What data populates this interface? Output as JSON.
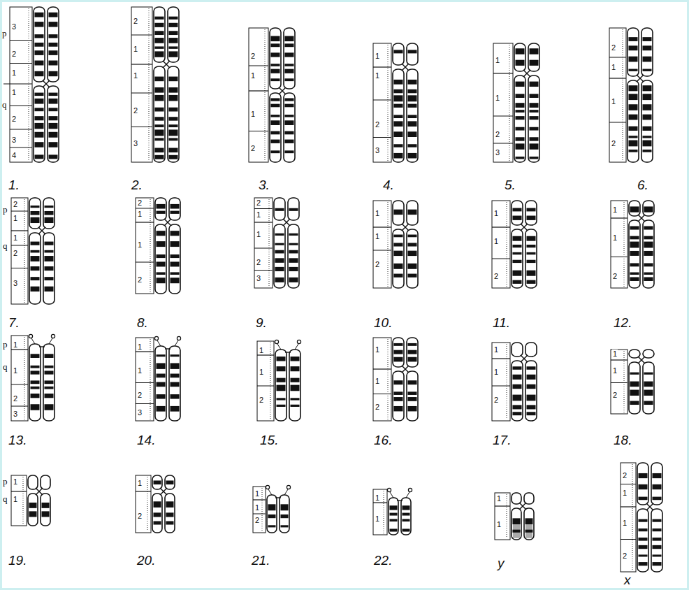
{
  "diagram": {
    "labels": [
      "p",
      "q",
      "3",
      "2",
      "1",
      "1",
      "2",
      "3",
      "4",
      "1.",
      "2",
      "1",
      "1",
      "2",
      "3",
      "2.",
      "2",
      "1",
      "1",
      "2",
      "3.",
      "1",
      "1",
      "2",
      "3",
      "4.",
      "1",
      "1",
      "2",
      "3",
      "5.",
      "2",
      "1",
      "1",
      "2",
      "6.",
      "p",
      "q",
      "2",
      "1",
      "1",
      "2",
      "3",
      "7.",
      "2",
      "1",
      "1",
      "2",
      "8.",
      "2",
      "1",
      "1",
      "2",
      "3",
      "9.",
      "1",
      "1",
      "2",
      "10.",
      "1",
      "1",
      "2",
      "11.",
      "1",
      "1",
      "2",
      "12.",
      "p",
      "q",
      "1",
      "1",
      "2",
      "3",
      "13.",
      "1",
      "1",
      "2",
      "3",
      "14.",
      "1",
      "1",
      "2",
      "15.",
      "1",
      "1",
      "2",
      "16.",
      "1",
      "1",
      "2",
      "17.",
      "1",
      "1",
      "2",
      "18.",
      "p",
      "q",
      "1",
      "1",
      "19.",
      "1",
      "2",
      "20.",
      "1",
      "1",
      "2",
      "21.",
      "1",
      "1",
      "22.",
      "1",
      "1",
      "y",
      "2",
      "1",
      "1",
      "2",
      "x"
    ]
  }
}
